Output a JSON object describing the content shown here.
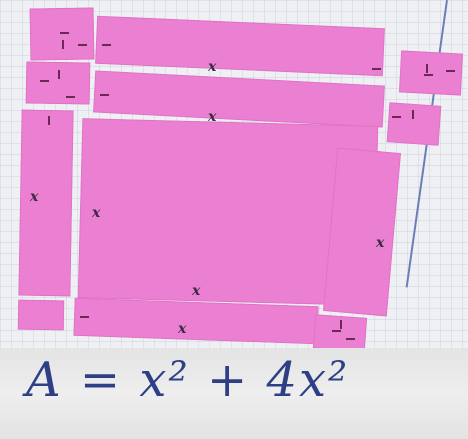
{
  "photo": {
    "tile_color": "#eb7fd1",
    "background_color": "#eef0f4",
    "labels": {
      "top_strip": "x",
      "second_strip": "x",
      "left_strip": "x",
      "center_left": "x",
      "right_strip": "x",
      "center_bottom": "x",
      "bottom_strip": "x"
    }
  },
  "formula": {
    "text": "A = x² + 4x²",
    "color": "#2e3f86"
  }
}
